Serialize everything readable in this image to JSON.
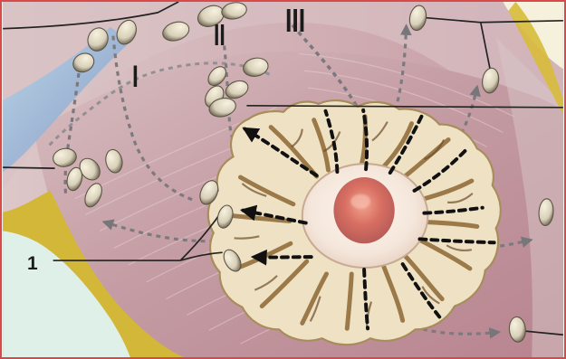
{
  "figure": {
    "labels": {
      "one": "1",
      "roman_i": "I",
      "roman_ii": "II",
      "roman_iii": "III"
    },
    "colors": {
      "border": "#d84a4a",
      "muscle_light": "#d7b6b8",
      "muscle_mid": "#b77f8c",
      "muscle_dark": "#7e5d75",
      "blue_vessel": "#a8b5d5",
      "gland": "#efe5c7",
      "gland_shadow": "#8a6a3e",
      "nipple": "#d36c5d",
      "dash": "#7c7a7b",
      "lymph": "#d8d0b9",
      "lymph_shadow": "#6c6550",
      "yellow_fat": "#d9bf39",
      "bg_green": "#dfeee8"
    }
  }
}
